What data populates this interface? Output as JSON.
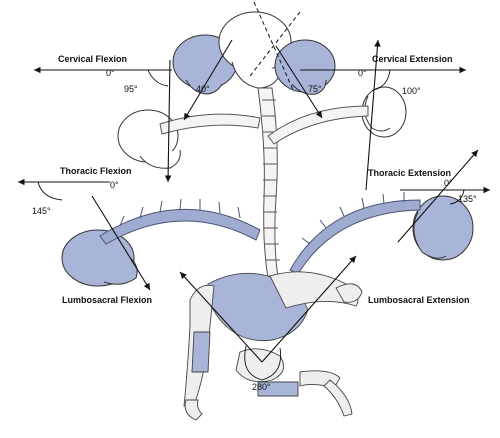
{
  "labels": {
    "cervical_flexion": "Cervical Flexion",
    "cervical_extension": "Cervical Extension",
    "thoracic_flexion": "Thoracic Flexion",
    "thoracic_extension": "Thoracic Extension",
    "lumbosacral_flexion": "Lumbosacral Flexion",
    "lumbosacral_extension": "Lumbosacral Extension"
  },
  "degrees": {
    "cervical_flex_zero": "0°",
    "cervical_ext_zero": "0°",
    "cervical_flex_angle": "95°",
    "cervical_ext_angle": "100°",
    "neck_flex_angle": "40°",
    "neck_ext_angle": "75°",
    "thoracic_flex_zero": "0°",
    "thoracic_flex_angle": "145°",
    "thoracic_ext_zero": "0°",
    "thoracic_ext_angle": "135°",
    "lumbosacral_angle": "280°"
  },
  "colors": {
    "blue_tint": "#a9b5d8",
    "line": "#111111",
    "background": "#ffffff"
  }
}
